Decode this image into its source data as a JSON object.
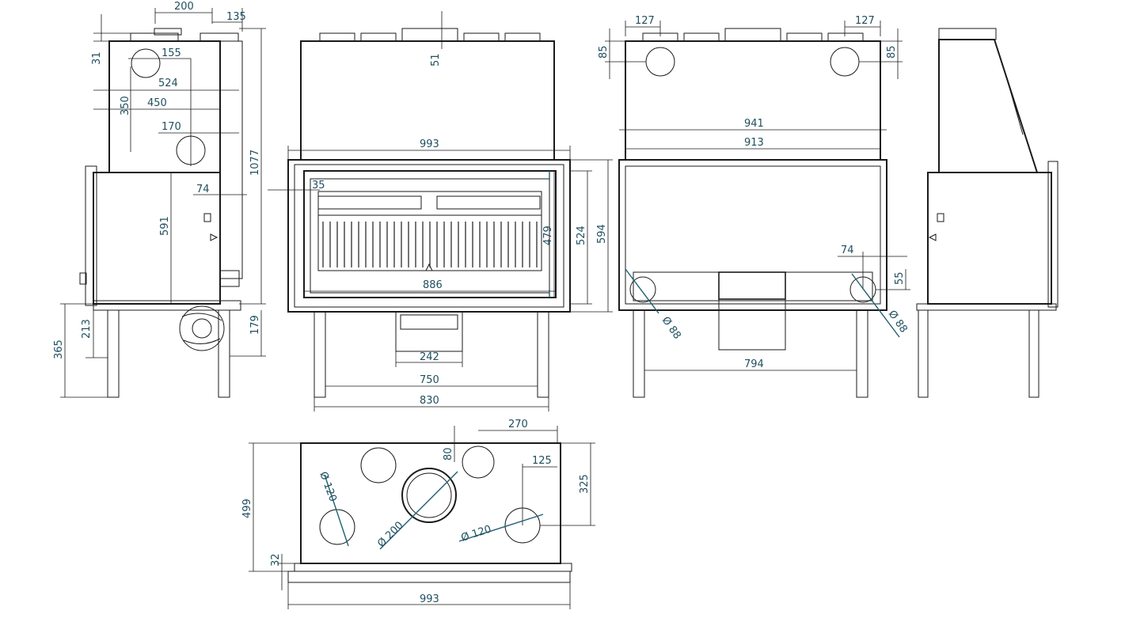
{
  "colors": {
    "line": "#1a1a1a",
    "dimension_text": "#1f4f5f",
    "accent": "#1f5f73",
    "background": "#ffffff"
  },
  "side_view_left": {
    "dim_200": "200",
    "dim_135": "135",
    "dim_31": "31",
    "dim_155": "155",
    "dim_524": "524",
    "dim_350": "350",
    "dim_450": "450",
    "dim_170": "170",
    "dim_1077": "1077",
    "dim_74": "74",
    "dim_591": "591",
    "dim_213": "213",
    "dim_365": "365",
    "dim_179": "179"
  },
  "front_view": {
    "dim_51": "51",
    "dim_993": "993",
    "dim_35": "35",
    "dim_479": "479",
    "dim_524": "524",
    "dim_594": "594",
    "dim_886": "886",
    "dim_242": "242",
    "dim_750": "750",
    "dim_830": "830"
  },
  "rear_view": {
    "dim_127_left": "127",
    "dim_127_right": "127",
    "dim_85_left": "85",
    "dim_85_right": "85",
    "dim_941": "941",
    "dim_913": "913",
    "dim_74": "74",
    "dim_55": "55",
    "dia_88_left": "Ø 88",
    "dia_88_right": "Ø 88",
    "dim_794": "794"
  },
  "top_view": {
    "dim_270": "270",
    "dim_80": "80",
    "dim_125": "125",
    "dim_325": "325",
    "dim_499": "499",
    "dim_32": "32",
    "dim_993": "993",
    "dia_120_left": "Ø 120",
    "dia_200": "Ø 200",
    "dia_120_right": "Ø 120"
  }
}
